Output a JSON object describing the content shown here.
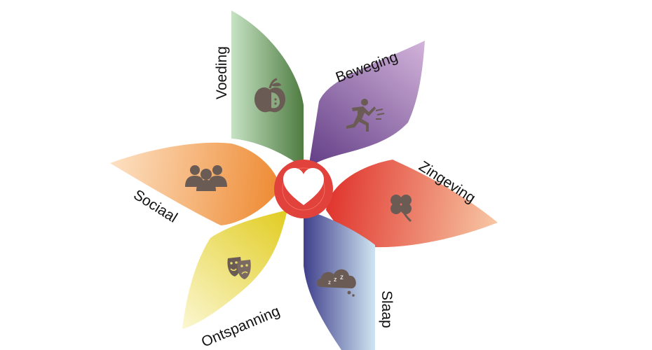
{
  "center": {
    "icon": "heart-icon",
    "ring_color": "#e2423c",
    "heart_color": "#ffffff"
  },
  "petals": [
    {
      "id": "voeding",
      "label": "Voeding",
      "icon": "apple-icon",
      "color_light": "#c6e3c3",
      "color_dark": "#4e7c41"
    },
    {
      "id": "beweging",
      "label": "Beweging",
      "icon": "runner-icon",
      "color_light": "#d2b3da",
      "color_dark": "#623d86"
    },
    {
      "id": "zingeving",
      "label": "Zingeving",
      "icon": "clover-icon",
      "color_light": "#f7c7a4",
      "color_dark": "#e0332c"
    },
    {
      "id": "slaap",
      "label": "Slaap",
      "icon": "sleep-cloud-icon",
      "color_light": "#cfe5f2",
      "color_dark": "#3f3f8b"
    },
    {
      "id": "ontspanning",
      "label": "Ontspanning",
      "icon": "theater-masks-icon",
      "color_light": "#fbf7d2",
      "color_dark": "#e1cc20"
    },
    {
      "id": "sociaal",
      "label": "Sociaal",
      "icon": "people-group-icon",
      "color_light": "#fde1c4",
      "color_dark": "#ee8a32"
    }
  ]
}
